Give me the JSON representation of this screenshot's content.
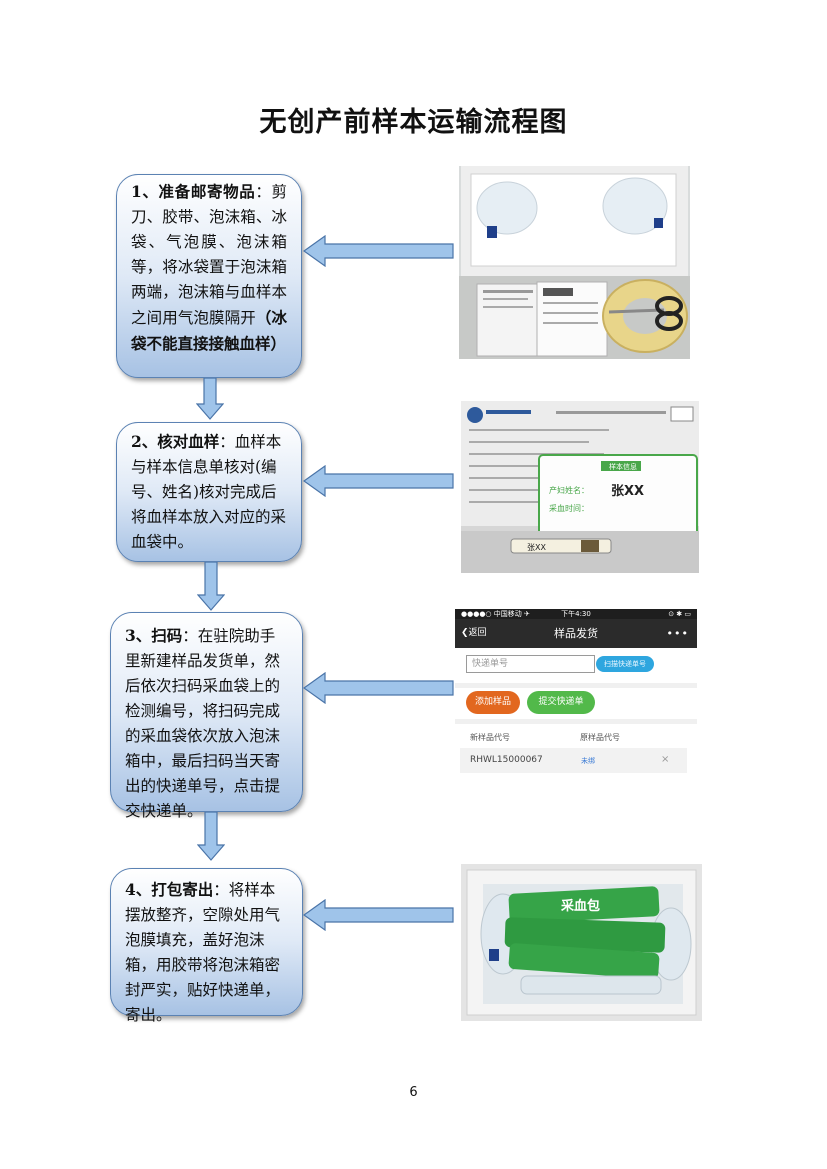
{
  "title": "无创产前样本运输流程图",
  "steps": [
    {
      "heading": "1、准备邮寄物品",
      "text": "：剪刀、胶带、泡沫箱、冰袋、气泡膜、泡沫箱等，将冰袋置于泡沫箱两端，泡沫箱与血样本之间用气泡膜隔开",
      "emphasis": "（冰袋不能直接接触血样）"
    },
    {
      "heading": "2、核对血样",
      "text": "：血样本与样本信息单核对(编号、姓名)核对完成后将血样本放入对应的采血袋中。"
    },
    {
      "heading": "3、扫码",
      "text": "：在驻院助手里新建样品发货单，然后依次扫码采血袋上的检测编号，将扫码完成的采血袋依次放入泡沫箱中，最后扫码当天寄出的快递单号，点击提交快递单。"
    },
    {
      "heading": "4、打包寄出",
      "text": "：将样本摆放整齐，空隙处用气泡膜填充，盖好泡沫箱，用胶带将泡沫箱密封严实，贴好快递单，寄出。"
    }
  ],
  "photo2": {
    "label": "样本信息",
    "name_field": "产妇姓名：",
    "name_value": "张XX",
    "time_field": "采血时间：",
    "tube": "张XX"
  },
  "photo4": {
    "bag_text": "采血包"
  },
  "phone": {
    "status_left": "●●●●○ 中国移动 ✈",
    "status_time": "下午4:30",
    "status_right": "⊙ ✱ ▭",
    "back_label": "返回",
    "title": "样品发货",
    "more": "•••",
    "express_placeholder": "快递单号",
    "scan_button": "扫描快递单号",
    "add_button": "添加样品",
    "submit_button": "提交快递单",
    "col_new": "新样品代号",
    "col_old": "原样品代号",
    "row": {
      "new_code": "RHWL15000067",
      "old_code": "未绑",
      "remove": "×"
    }
  },
  "page_number": "6",
  "colors": {
    "box_border": "#5b82b3",
    "box_fill_top": "#ffffff",
    "box_fill_bottom": "#a7c2e4",
    "arrow": "#9fc4ea"
  }
}
